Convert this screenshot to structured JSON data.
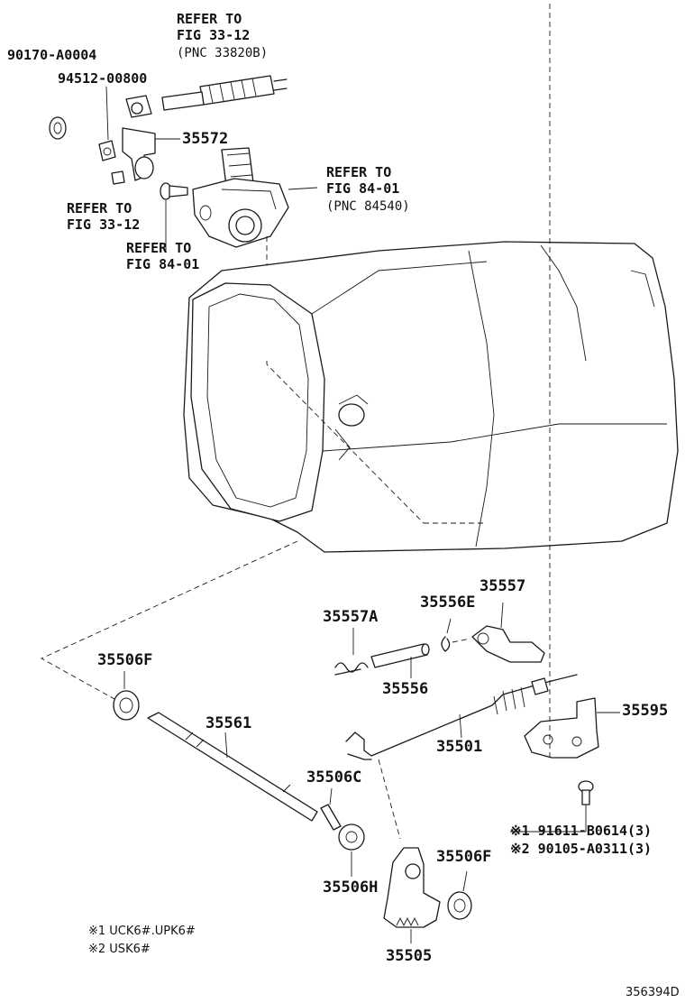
{
  "labels": {
    "p90170": "90170-A0004",
    "p94512": "94512-00800",
    "p35572": "35572",
    "ref33_a_1": "REFER TO",
    "ref33_a_2": "FIG 33-12",
    "ref33_a_3": "(PNC 33820B)",
    "ref84_a_1": "REFER TO",
    "ref84_a_2": "FIG 84-01",
    "ref84_a_3": "(PNC 84540)",
    "ref33_b_1": "REFER TO",
    "ref33_b_2": "FIG 33-12",
    "ref84_b_1": "REFER TO",
    "ref84_b_2": "FIG 84-01",
    "p35557": "35557",
    "p35556E": "35556E",
    "p35557A": "35557A",
    "p35556": "35556",
    "p35506F_a": "35506F",
    "p35561": "35561",
    "p35501": "35501",
    "p35595": "35595",
    "p35506C": "35506C",
    "bolt1": "※1 91611-B0614(3)",
    "bolt2": "※2 90105-A0311(3)",
    "p35506F_b": "35506F",
    "p35506H": "35506H",
    "p35505": "35505"
  },
  "notes": {
    "n1": "※1  UCK6#.UPK6#",
    "n2": "※2  USK6#"
  },
  "figure_id": "356394D"
}
